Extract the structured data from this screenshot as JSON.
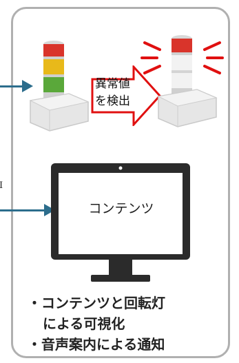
{
  "left_label": "I",
  "alert_arrow": {
    "line1": "異常値",
    "line2": "を検出"
  },
  "screen": {
    "label": "コンテンツ"
  },
  "features": {
    "line1": "・コンテンツと回転灯",
    "line2": "による可視化",
    "line3": "・音声案内による通知"
  },
  "colors": {
    "frame": "#b0b0b0",
    "connector": "#2c6d8c",
    "arrow_outline": "#e01010",
    "light_red": "#d9342b",
    "light_yellow": "#e8b91a",
    "light_green": "#5aa83a"
  }
}
